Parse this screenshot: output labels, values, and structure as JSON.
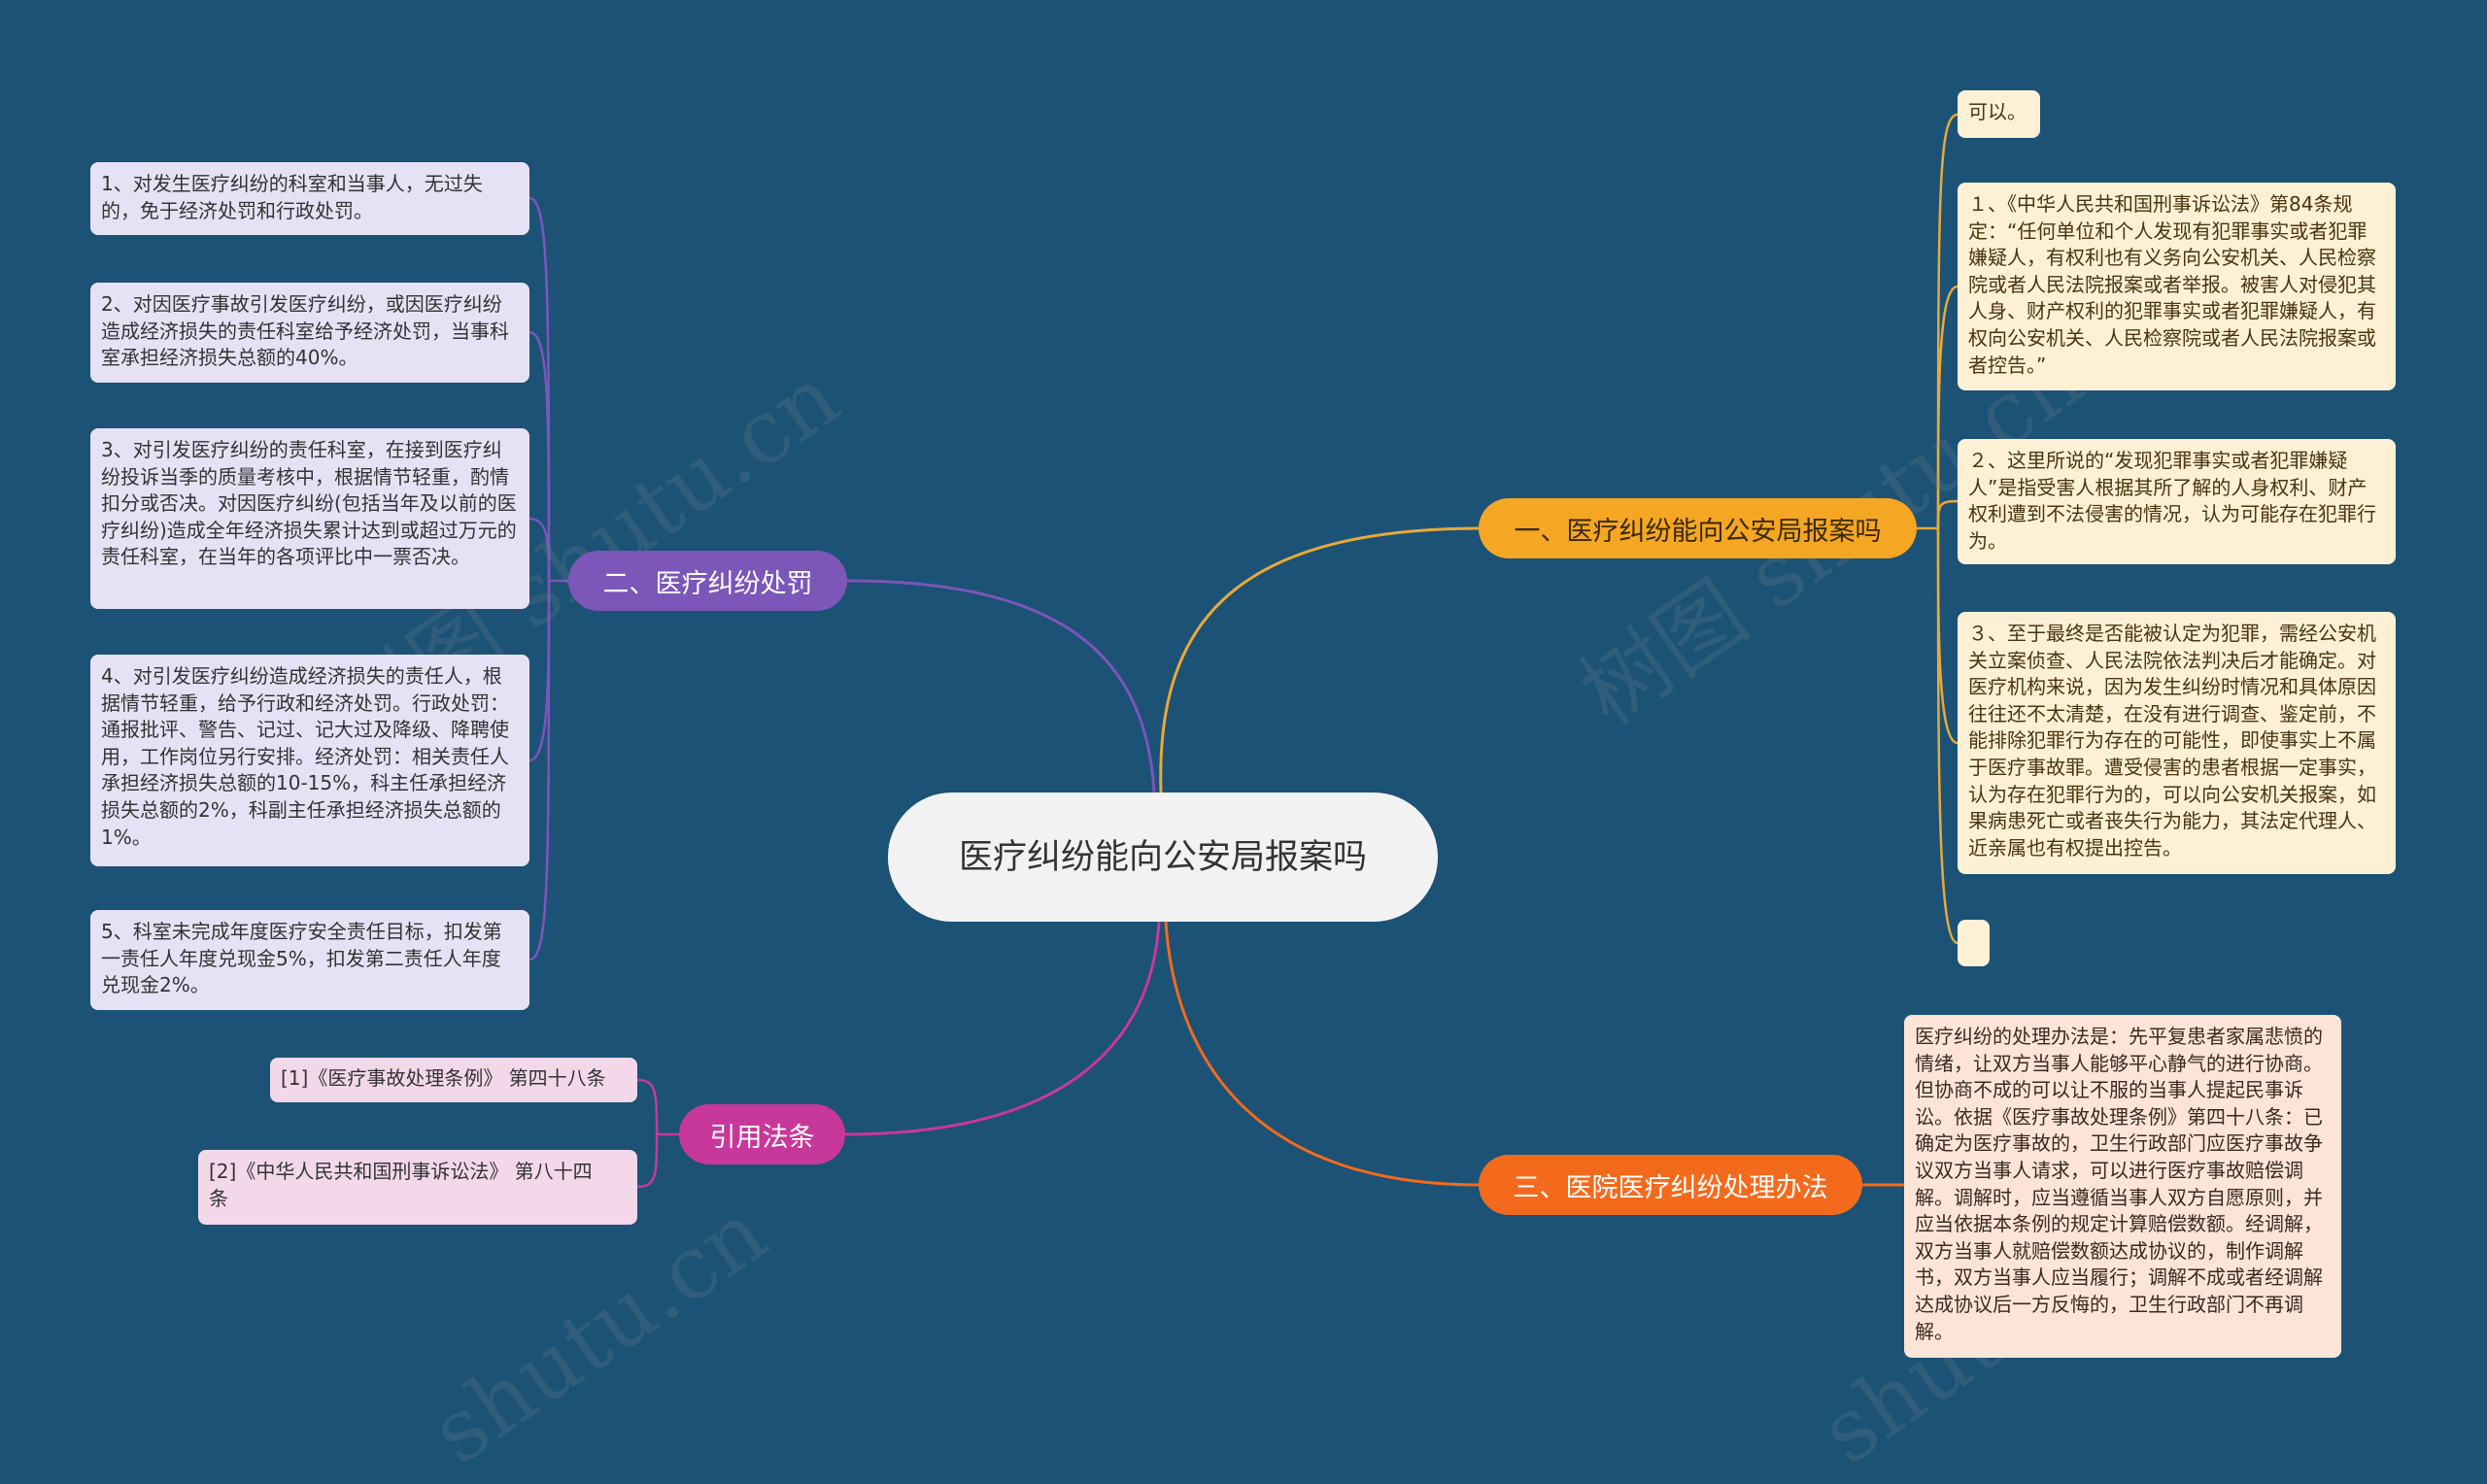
{
  "center": {
    "title": "医疗纠纷能向公安局报案吗"
  },
  "branches": {
    "report": {
      "label": "一、医疗纠纷能向公安局报案吗",
      "color": "#f5a623",
      "items": [
        "可以。",
        "１、《中华人民共和国刑事诉讼法》第84条规定：“任何单位和个人发现有犯罪事实或者犯罪嫌疑人，有权利也有义务向公安机关、人民检察院或者人民法院报案或者举报。被害人对侵犯其人身、财产权利的犯罪事实或者犯罪嫌疑人，有权向公安机关、人民检察院或者人民法院报案或者控告。”",
        "２、这里所说的“发现犯罪事实或者犯罪嫌疑人”是指受害人根据其所了解的人身权利、财产权利遭到不法侵害的情况，认为可能存在犯罪行为。",
        "３、至于最终是否能被认定为犯罪，需经公安机关立案侦查、人民法院依法判决后才能确定。对医疗机构来说，因为发生纠纷时情况和具体原因往往还不太清楚，在没有进行调查、鉴定前，不能排除犯罪行为存在的可能性，即使事实上不属于医疗事故罪。遭受侵害的患者根据一定事实，认为存在犯罪行为的，可以向公安机关报案，如果病患死亡或者丧失行为能力，其法定代理人、近亲属也有权提出控告。"
      ]
    },
    "penalty": {
      "label": "二、医疗纠纷处罚",
      "color": "#7c56b9",
      "items": [
        "1、对发生医疗纠纷的科室和当事人，无过失的，免于经济处罚和行政处罚。",
        "2、对因医疗事故引发医疗纠纷，或因医疗纠纷造成经济损失的责任科室给予经济处罚，当事科室承担经济损失总额的40%。",
        "3、对引发医疗纠纷的责任科室，在接到医疗纠纷投诉当季的质量考核中，根据情节轻重，酌情扣分或否决。对因医疗纠纷(包括当年及以前的医疗纠纷)造成全年经济损失累计达到或超过万元的责任科室，在当年的各项评比中一票否决。",
        "4、对引发医疗纠纷造成经济损失的责任人，根据情节轻重，给予行政和经济处罚。行政处罚：通报批评、警告、记过、记大过及降级、降聘使用，工作岗位另行安排。经济处罚：相关责任人承担经济损失总额的10-15%，科主任承担经济损失总额的2%，科副主任承担经济损失总额的1%。",
        "5、科室未完成年度医疗安全责任目标，扣发第一责任人年度兑现金5%，扣发第二责任人年度兑现金2%。"
      ]
    },
    "handling": {
      "label": "三、医院医疗纠纷处理办法",
      "color": "#f46a1c",
      "items": [
        "医疗纠纷的处理办法是：先平复患者家属悲愤的情绪，让双方当事人能够平心静气的进行协商。但协商不成的可以让不服的当事人提起民事诉讼。依据《医疗事故处理条例》第四十八条：已确定为医疗事故的，卫生行政部门应医疗事故争议双方当事人请求，可以进行医疗事故赔偿调解。调解时，应当遵循当事人双方自愿原则，并应当依据本条例的规定计算赔偿数额。经调解，双方当事人就赔偿数额达成协议的，制作调解书，双方当事人应当履行；调解不成或者经调解达成协议后一方反悔的，卫生行政部门不再调解。"
      ]
    },
    "citations": {
      "label": "引用法条",
      "color": "#c8389b",
      "items": [
        "[1]《医疗事故处理条例》 第四十八条",
        "[2]《中华人民共和国刑事诉讼法》 第八十四条"
      ]
    }
  },
  "watermark": "树图 shutu.cn"
}
